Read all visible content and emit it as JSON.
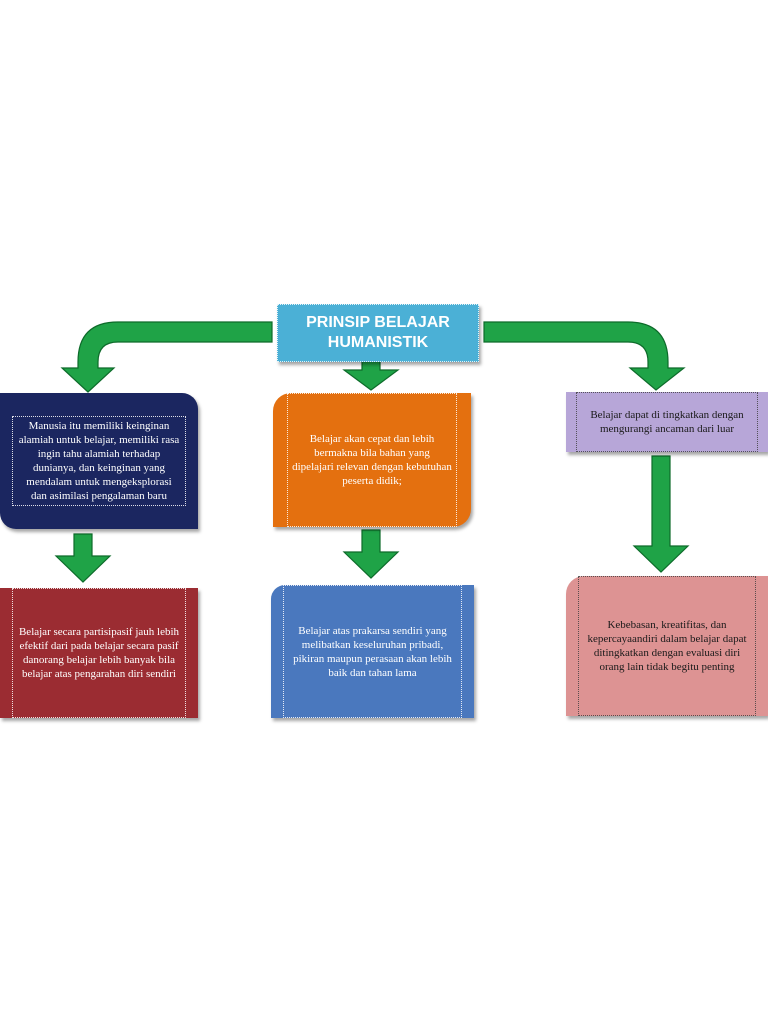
{
  "title": {
    "text": "PRINSIP BELAJAR HUMANISTIK",
    "bg": "#4bb0d6"
  },
  "arrow_color": "#1fa347",
  "boxes": [
    {
      "id": "left-top",
      "text": "Manusia itu memiliki keinginan alamiah untuk belajar, memiliki rasa ingin tahu alamiah terhadap dunianya, dan keinginan yang mendalam untuk mengeksplorasi dan asimilasi pengalaman baru",
      "bg": "#1b2660",
      "color": "#ffffff"
    },
    {
      "id": "center-top",
      "text": "Belajar akan cepat dan lebih bermakna bila bahan yang dipelajari relevan dengan kebutuhan peserta didik;",
      "bg": "#e4700f",
      "color": "#ffffff"
    },
    {
      "id": "right-top",
      "text": "Belajar dapat di tingkatkan dengan mengurangi ancaman dari luar",
      "bg": "#b7a6d8",
      "color": "#1a1a1a"
    },
    {
      "id": "left-bottom",
      "text": "Belajar secara partisipasif jauh lebih efektif dari pada belajar secara pasif danorang belajar lebih banyak bila belajar atas pengarahan diri sendiri",
      "bg": "#9b2c32",
      "color": "#ffffff"
    },
    {
      "id": "center-bottom",
      "text": "Belajar atas prakarsa sendiri yang melibatkan keseluruhan pribadi, pikiran maupun perasaan akan lebih baik dan tahan lama",
      "bg": "#4a78be",
      "color": "#ffffff"
    },
    {
      "id": "right-bottom",
      "text": "Kebebasan, kreatifitas, dan kepercayaandiri dalam belajar dapat ditingkatkan dengan evaluasi diri orang lain tidak begitu penting",
      "bg": "#dd9393",
      "color": "#1a1a1a"
    }
  ]
}
